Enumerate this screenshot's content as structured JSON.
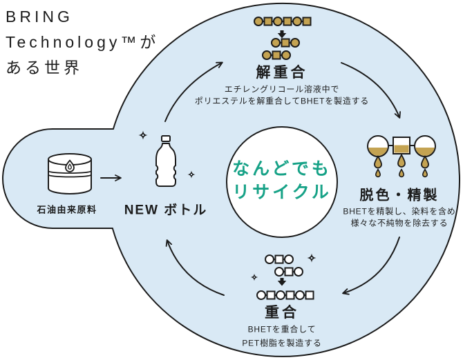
{
  "colors": {
    "blob_blue": "#d9e9f5",
    "ink": "#1b1b1b",
    "gold": "#c4a352",
    "teal": "#17a287",
    "white": "#ffffff"
  },
  "header": {
    "lines": [
      "BRING",
      "Technology™が",
      "ある世界"
    ]
  },
  "center_badge": {
    "lines": [
      "なんどでも",
      "リサイクル"
    ]
  },
  "stages": {
    "depolymerization": {
      "title": "解重合",
      "desc_lines": [
        "エチレングリコール溶液中で",
        "ポリエステルを解重合してBHETを製造する"
      ]
    },
    "purification": {
      "title": "脱色・精製",
      "desc_lines": [
        "BHETを精製し、染料を含め",
        "様々な不純物を除去する"
      ]
    },
    "polymerization": {
      "title": "重合",
      "desc_lines": [
        "BHETを重合して",
        "PET樹脂を製造する"
      ]
    }
  },
  "input_flow": {
    "petroleum_label": "石油由来原料",
    "bottle_label": "NEW ボトル"
  },
  "icons": {
    "oil_drum": "oil-drum-flame-icon",
    "pet_bottle": "pet-bottle-icon",
    "polymer_chain_gold": "pet-polymer-chain-icon",
    "bhet_monomer_gold": "bhet-monomer-icon",
    "purification_vessels": "dripping-monomer-icon",
    "polymer_chain_white": "recycled-pet-polymer-icon",
    "sparkle": "sparkle-icon",
    "down_arrow": "down-arrow-icon",
    "cycle_arrow": "curved-arrow-icon"
  }
}
